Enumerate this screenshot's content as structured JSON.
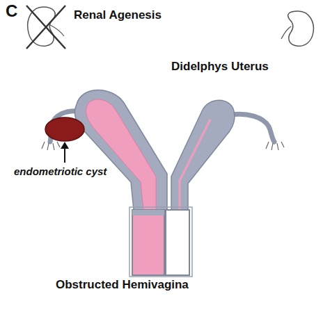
{
  "diagram": {
    "labels": [
      "C",
      "Renal Agenesis",
      "Didelphys Uterus",
      "endometriotic cyst",
      "Obstructed Hemivagina"
    ]
  }
}
